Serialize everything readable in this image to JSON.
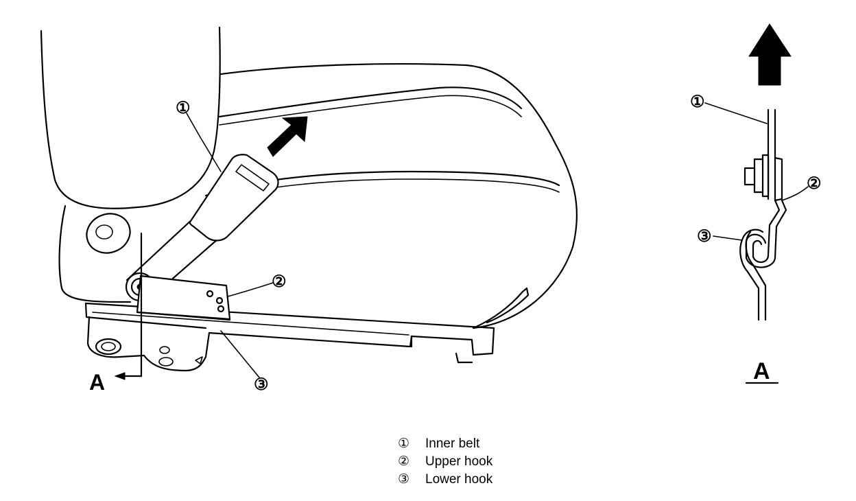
{
  "callouts": {
    "c1": "①",
    "c2": "②",
    "c3": "③"
  },
  "view_labels": {
    "section": "A"
  },
  "legend": [
    {
      "num": "①",
      "text": "Inner belt"
    },
    {
      "num": "②",
      "text": "Upper hook"
    },
    {
      "num": "③",
      "text": "Lower hook"
    }
  ],
  "colors": {
    "ink": "#000000",
    "paper": "#ffffff"
  }
}
